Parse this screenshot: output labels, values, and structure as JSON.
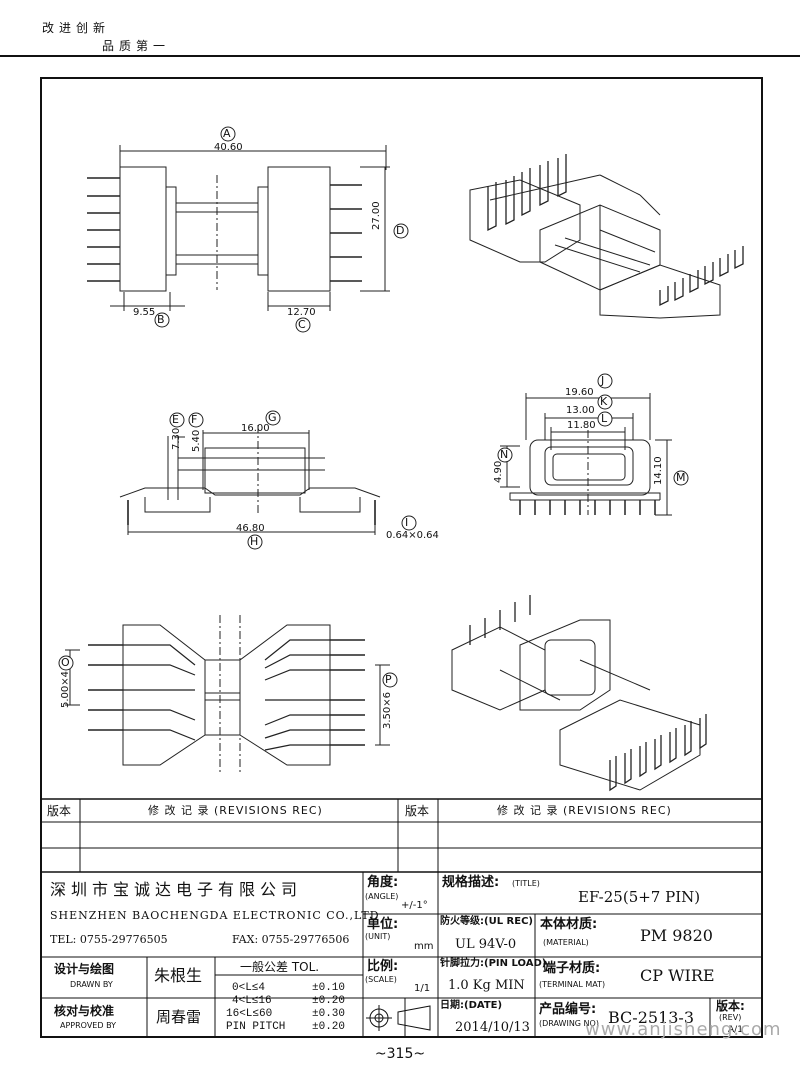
{
  "header": {
    "motto_line1": "改进创新",
    "motto_line2": "品质第一"
  },
  "drawing": {
    "dims": {
      "A": "40.60",
      "B": "9.55",
      "C": "12.70",
      "D": "27.00",
      "E": "7.30",
      "F": "5.40",
      "G": "16.00",
      "H": "46.80",
      "I": "0.64×0.64",
      "J": "19.60",
      "K": "13.00",
      "L": "11.80",
      "M": "14.10",
      "N": "4.90",
      "O": "5.00×4",
      "P": "3.50×6"
    },
    "labels": [
      "A",
      "B",
      "C",
      "D",
      "E",
      "F",
      "G",
      "H",
      "I",
      "J",
      "K",
      "L",
      "M",
      "N",
      "O",
      "P"
    ]
  },
  "revisions": {
    "rev_label_left": "版本",
    "rev_label_right": "版本",
    "rec_left": "修 改 记 录 (REVISIONS REC)",
    "rec_right": "修 改 记 录 (REVISIONS REC)"
  },
  "company": {
    "name_cn": "深圳市宝诚达电子有限公司",
    "name_en": "SHENZHEN BAOCHENGDA ELECTRONIC CO.,LTD",
    "tel": "TEL: 0755-29776505",
    "fax": "FAX: 0755-29776506"
  },
  "angle": {
    "label": "角度:",
    "label_en": "(ANGLE)",
    "value": "+/-1°"
  },
  "unit": {
    "label": "单位:",
    "label_en": "(UNIT)",
    "value": "mm"
  },
  "scale": {
    "label": "比例:",
    "label_en": "(SCALE)",
    "value": "1/1"
  },
  "title_block": {
    "title_label": "规格描述:",
    "title_label_en": "(TITLE)",
    "title_value": "EF-25(5+7 PIN)",
    "ulrec_label": "防火等级:(UL REC)",
    "ulrec_value": "UL 94V-0",
    "material_label": "本体材质:",
    "material_label_en": "(MATERIAL)",
    "material_value": "PM 9820",
    "pinload_label": "针脚拉力:(PIN LOAD)",
    "pinload_value": "1.0 Kg MIN",
    "terminal_label": "端子材质:",
    "terminal_label_en": "(TERMINAL MAT)",
    "terminal_value": "CP WIRE",
    "date_label": "日期:(DATE)",
    "date_value": "2014/10/13",
    "drawing_no_label": "产品编号:",
    "drawing_no_label_en": "(DRAWING NO)",
    "drawing_no_value": "BC-2513-3",
    "rev_label": "版本:",
    "rev_label_en": "(REV)",
    "rev_value": "A/1"
  },
  "signoff": {
    "design_label": "设计与绘图",
    "design_label_en": "DRAWN BY",
    "design_name": "朱根生",
    "approve_label": "核对与校准",
    "approve_label_en": "APPROVED BY",
    "approve_name": "周春雷"
  },
  "tolerance": {
    "title": "一般公差 TOL.",
    "rows": [
      {
        "range": "0<L≤4",
        "tol": "±0.10"
      },
      {
        "range": "4<L≤16",
        "tol": "±0.20"
      },
      {
        "range": "16<L≤60",
        "tol": "±0.30"
      },
      {
        "range": "PIN PITCH",
        "tol": "±0.20"
      }
    ]
  },
  "footer": {
    "page": "~315~",
    "watermark": "www.anjisheng.com"
  }
}
